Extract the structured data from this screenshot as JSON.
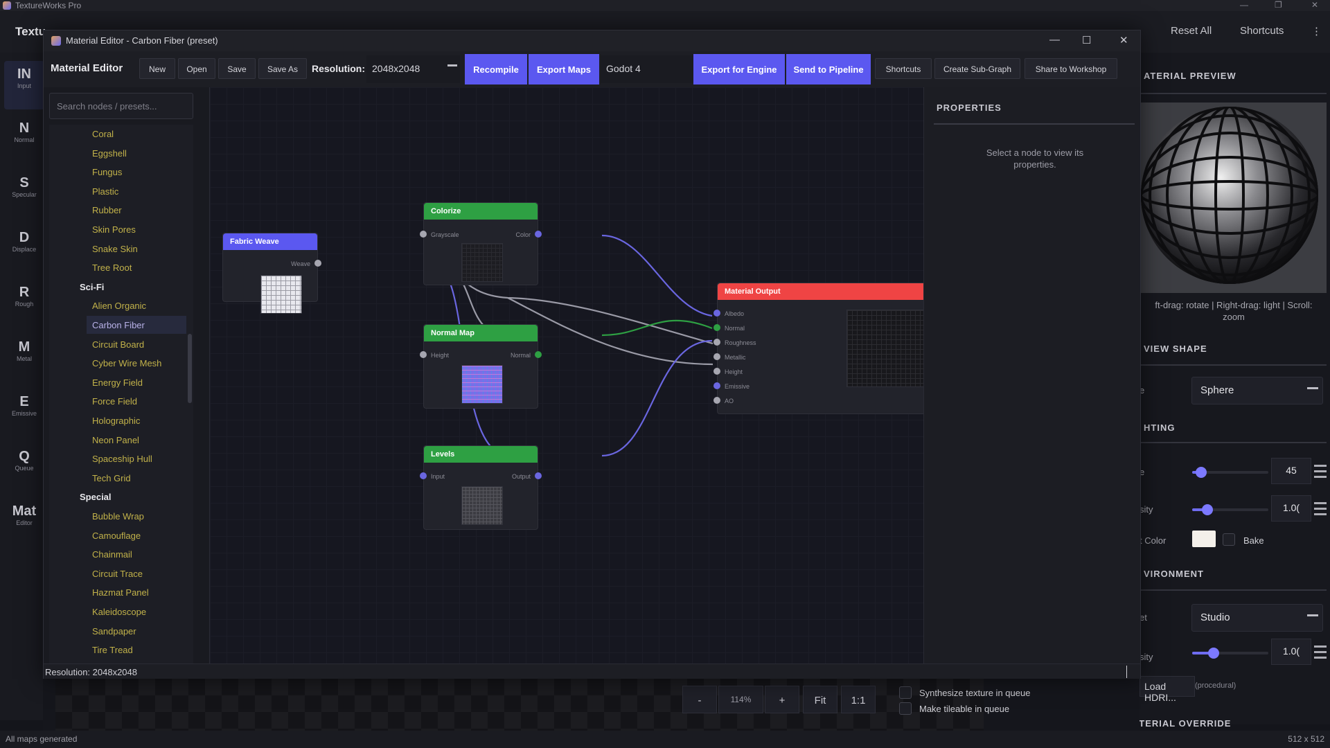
{
  "os": {
    "app_title": "TextureWorks Pro"
  },
  "app_header": {
    "brand": "Textu",
    "reset_all": "Reset All",
    "shortcuts": "Shortcuts"
  },
  "rail": [
    {
      "big": "IN",
      "small": "Input"
    },
    {
      "big": "N",
      "small": "Normal"
    },
    {
      "big": "S",
      "small": "Specular"
    },
    {
      "big": "D",
      "small": "Displace"
    },
    {
      "big": "R",
      "small": "Rough"
    },
    {
      "big": "M",
      "small": "Metal"
    },
    {
      "big": "E",
      "small": "Emissive"
    },
    {
      "big": "Q",
      "small": "Queue"
    },
    {
      "big": "Mat",
      "small": "Editor"
    }
  ],
  "right_panel": {
    "preview_title": "ATERIAL PREVIEW",
    "preview_hint": "ft-drag: rotate | Right-drag: light | Scroll: zoom",
    "shape_title": "VIEW SHAPE",
    "shape_label": "e",
    "shape_value": "Sphere",
    "lighting_title": "HTING",
    "angle_label": "e",
    "angle_value": "45",
    "angle_fraction": 0.12,
    "intensity_label": "sity",
    "intensity_value": "1.0(",
    "intensity_fraction": 0.2,
    "color_label": "t Color",
    "bake_label": "Bake",
    "env_title": "VIRONMENT",
    "env_label": "et",
    "env_value": "Studio",
    "env_intensity_label": "sity",
    "env_intensity_value": "1.0(",
    "env_intensity_fraction": 0.28,
    "load_hdri": "Load HDRI...",
    "procedural": "(procedural)",
    "override_title": "MATERIAL OVERRIDE"
  },
  "bottom": {
    "zoom_minus": "-",
    "zoom_value": "114%",
    "zoom_plus": "+",
    "fit": "Fit",
    "one_to_one": "1:1",
    "synth_label": "Synthesize texture in queue",
    "tileable_label": "Make tileable in queue"
  },
  "status": {
    "left": "All maps generated",
    "right": "512 x 512"
  },
  "modal": {
    "title": "Material Editor - Carbon Fiber (preset)",
    "toolbar": {
      "title": "Material Editor",
      "new": "New",
      "open": "Open",
      "save": "Save",
      "save_as": "Save As",
      "resolution_label": "Resolution:",
      "resolution_value": "2048x2048",
      "recompile": "Recompile",
      "export_maps": "Export Maps",
      "engine_value": "Godot 4",
      "export_engine": "Export for Engine",
      "send_pipeline": "Send to Pipeline",
      "shortcuts": "Shortcuts",
      "create_subgraph": "Create Sub-Graph",
      "share_workshop": "Share to Workshop"
    },
    "search_placeholder": "Search nodes / presets...",
    "tree": [
      {
        "type": "item",
        "label": "Coral"
      },
      {
        "type": "item",
        "label": "Eggshell"
      },
      {
        "type": "item",
        "label": "Fungus"
      },
      {
        "type": "item",
        "label": "Plastic"
      },
      {
        "type": "item",
        "label": "Rubber"
      },
      {
        "type": "item",
        "label": "Skin Pores"
      },
      {
        "type": "item",
        "label": "Snake Skin"
      },
      {
        "type": "item",
        "label": "Tree Root"
      },
      {
        "type": "cat",
        "label": "Sci-Fi"
      },
      {
        "type": "item",
        "label": "Alien Organic"
      },
      {
        "type": "item",
        "label": "Carbon Fiber",
        "selected": true
      },
      {
        "type": "item",
        "label": "Circuit Board"
      },
      {
        "type": "item",
        "label": "Cyber Wire Mesh"
      },
      {
        "type": "item",
        "label": "Energy Field"
      },
      {
        "type": "item",
        "label": "Force Field"
      },
      {
        "type": "item",
        "label": "Holographic"
      },
      {
        "type": "item",
        "label": "Neon Panel"
      },
      {
        "type": "item",
        "label": "Spaceship Hull"
      },
      {
        "type": "item",
        "label": "Tech Grid"
      },
      {
        "type": "cat",
        "label": "Special"
      },
      {
        "type": "item",
        "label": "Bubble Wrap"
      },
      {
        "type": "item",
        "label": "Camouflage"
      },
      {
        "type": "item",
        "label": "Chainmail"
      },
      {
        "type": "item",
        "label": "Circuit Trace"
      },
      {
        "type": "item",
        "label": "Hazmat Panel"
      },
      {
        "type": "item",
        "label": "Kaleidoscope"
      },
      {
        "type": "item",
        "label": "Sandpaper"
      },
      {
        "type": "item",
        "label": "Tire Tread"
      }
    ],
    "nodes": {
      "fabric": {
        "title": "Fabric Weave",
        "out": "Weave"
      },
      "colorize": {
        "title": "Colorize",
        "in": "Grayscale",
        "out": "Color"
      },
      "normalmap": {
        "title": "Normal Map",
        "in": "Height",
        "out": "Normal"
      },
      "levels": {
        "title": "Levels",
        "in": "Input",
        "out": "Output"
      },
      "output": {
        "title": "Material Output",
        "ports": [
          "Albedo",
          "Normal",
          "Roughness",
          "Metallic",
          "Height",
          "Emissive",
          "AO"
        ]
      }
    },
    "colors": {
      "accent": "#5b58f0",
      "node_green": "#2ea043",
      "node_blue": "#5b58f0",
      "node_red": "#ef4444"
    },
    "properties": {
      "title": "PROPERTIES",
      "msg": "Select a node to view its properties."
    },
    "status": "Resolution: 2048x2048"
  }
}
